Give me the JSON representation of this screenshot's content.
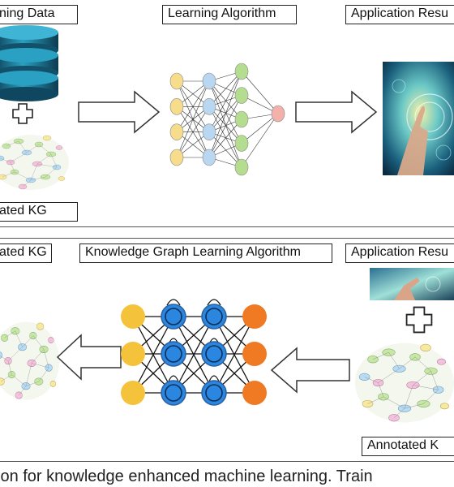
{
  "top": {
    "input_label": "ning Data",
    "algorithm_label": "Learning Algorithm",
    "result_label": "Application Resu",
    "kg_label": "ated KG"
  },
  "bottom": {
    "kg_label": "ated KG",
    "algorithm_label": "Knowledge Graph Learning Algorithm",
    "result_label": "Application Resu",
    "annotated_label": "Annotated K"
  },
  "caption": "ion for knowledge enhanced machine learning. Train",
  "colors": {
    "yellow": "#f7dc8c",
    "blue": "#b9d7f0",
    "green": "#b5dd8f",
    "pink": "#f2b1a9",
    "db_teal": "#1f6f8b",
    "kg_yellow": "#f5c33b",
    "kg_blue": "#2b86e0",
    "kg_orange": "#f07a24"
  },
  "icons": [
    "database-icon",
    "plus-icon",
    "knowledge-graph-icon",
    "arrow-right-icon",
    "arrow-left-icon",
    "touch-screen-image",
    "neural-network-icon"
  ]
}
